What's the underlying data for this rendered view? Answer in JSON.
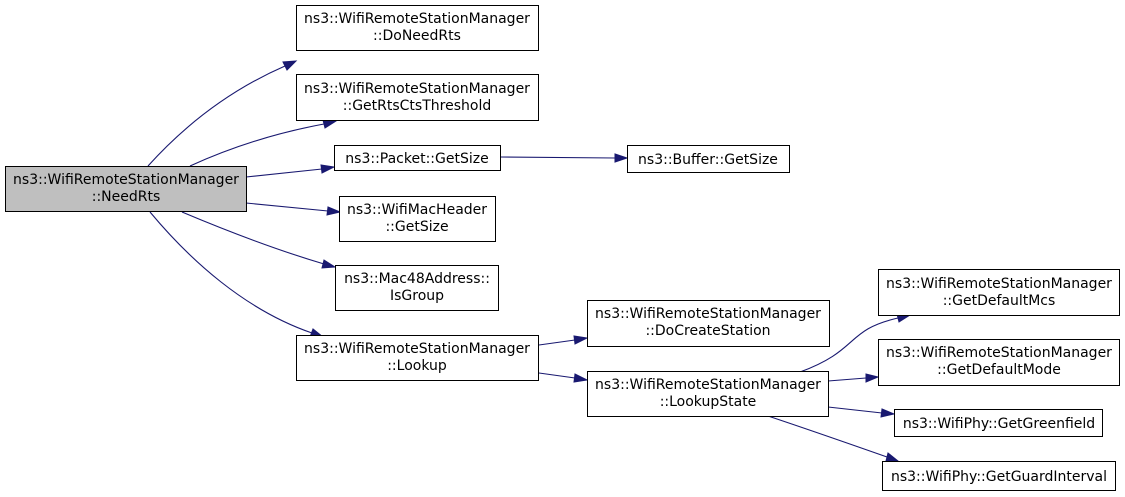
{
  "colors": {
    "edge": "#191970",
    "root_fill": "#bfbfbf",
    "node_fill": "#ffffff",
    "node_border": "#000000"
  },
  "nodes": {
    "need_rts": {
      "line1": "ns3::WifiRemoteStationManager",
      "line2": "::NeedRts"
    },
    "do_need_rts": {
      "line1": "ns3::WifiRemoteStationManager",
      "line2": "::DoNeedRts"
    },
    "get_rts_cts_threshold": {
      "line1": "ns3::WifiRemoteStationManager",
      "line2": "::GetRtsCtsThreshold"
    },
    "packet_get_size": {
      "line1": "ns3::Packet::GetSize"
    },
    "buffer_get_size": {
      "line1": "ns3::Buffer::GetSize"
    },
    "wifi_mac_header_get_size": {
      "line1": "ns3::WifiMacHeader",
      "line2": "::GetSize"
    },
    "mac48_is_group": {
      "line1": "ns3::Mac48Address::",
      "line2": "IsGroup"
    },
    "lookup": {
      "line1": "ns3::WifiRemoteStationManager",
      "line2": "::Lookup"
    },
    "do_create_station": {
      "line1": "ns3::WifiRemoteStationManager",
      "line2": "::DoCreateStation"
    },
    "lookup_state": {
      "line1": "ns3::WifiRemoteStationManager",
      "line2": "::LookupState"
    },
    "get_default_mcs": {
      "line1": "ns3::WifiRemoteStationManager",
      "line2": "::GetDefaultMcs"
    },
    "get_default_mode": {
      "line1": "ns3::WifiRemoteStationManager",
      "line2": "::GetDefaultMode"
    },
    "get_greenfield": {
      "line1": "ns3::WifiPhy::GetGreenfield"
    },
    "get_guard_interval": {
      "line1": "ns3::WifiPhy::GetGuardInterval"
    }
  }
}
